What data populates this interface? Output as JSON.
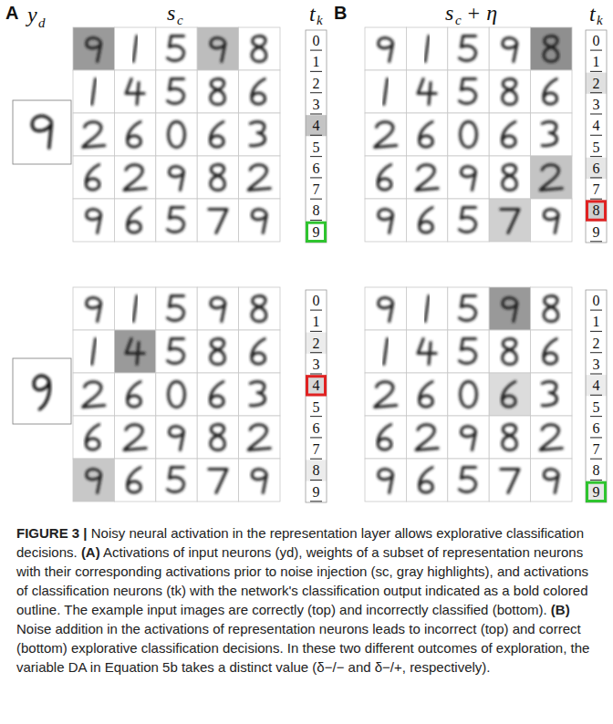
{
  "diagram": {
    "caption": "FIGURE 3 | Noisy neural activation in the representation layer allows explorative classification decisions. (A) Activations of input neurons (yd), weights of a subset of representation neurons with their corresponding activations prior to noise injection (sc, gray highlights), and activations of classification neurons (tk) with the network's classification output indicated as a bold colored outline. The example input images are correctly (top) and incorrectly classified (bottom). (B) Noise addition in the activations of representation neurons leads to incorrect (top) and correct (bottom) explorative classification decisions. In these two different outcomes of exploration, the variable DA in Equation 5b takes a distinct value (δ−/− and δ−/+, respectively).",
    "labels": [
      "A",
      "y",
      "d",
      "s",
      "c",
      "t",
      "k",
      "B",
      "s",
      "c",
      "+ η",
      "t",
      "k",
      "0",
      "1",
      "2",
      "3",
      "4",
      "5",
      "6",
      "7",
      "8",
      "9",
      "0",
      "1",
      "2",
      "3",
      "4",
      "5",
      "6",
      "7",
      "8",
      "9",
      "0",
      "1",
      "2",
      "3",
      "4",
      "5",
      "6",
      "7",
      "8",
      "9",
      "0",
      "1",
      "2",
      "3",
      "4",
      "5",
      "6",
      "7",
      "8",
      "9"
    ]
  }
}
